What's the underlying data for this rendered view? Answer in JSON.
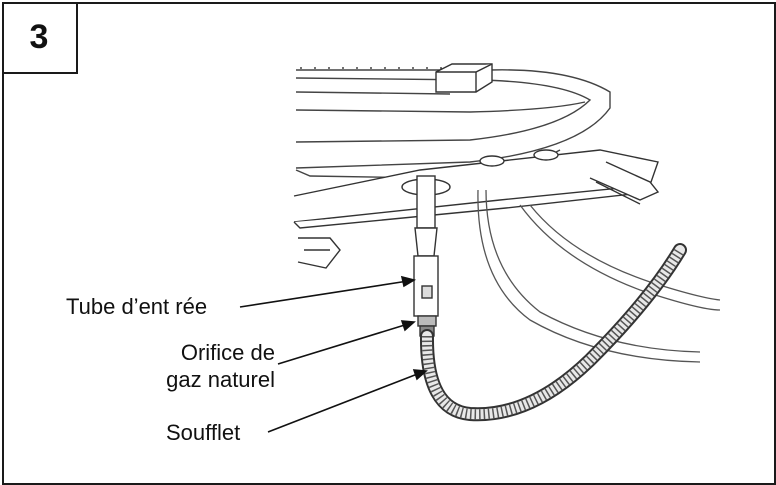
{
  "step_number": "3",
  "labels": {
    "inlet_tube": "Tube d’ent rée",
    "orifice_line1": "Orifice de",
    "orifice_line2": "gaz naturel",
    "bellows": "Soufflet"
  }
}
